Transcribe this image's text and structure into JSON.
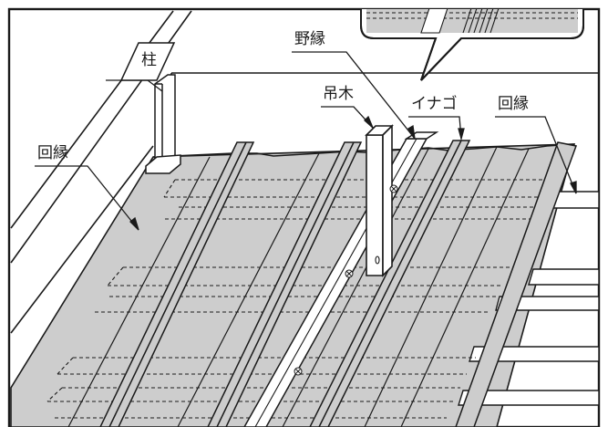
{
  "labels": {
    "pillar": "柱",
    "nobuchi": "野縁",
    "tsurigi": "吊木",
    "inago": "イナゴ",
    "mawaribuchi_left": "回縁",
    "mawaribuchi_right": "回縁"
  },
  "colors": {
    "ceiling_board": "#cdcdcd",
    "line": "#1a1a1a",
    "background": "#ffffff"
  },
  "icons": {
    "nail": "nail-cross-circle-icon"
  }
}
